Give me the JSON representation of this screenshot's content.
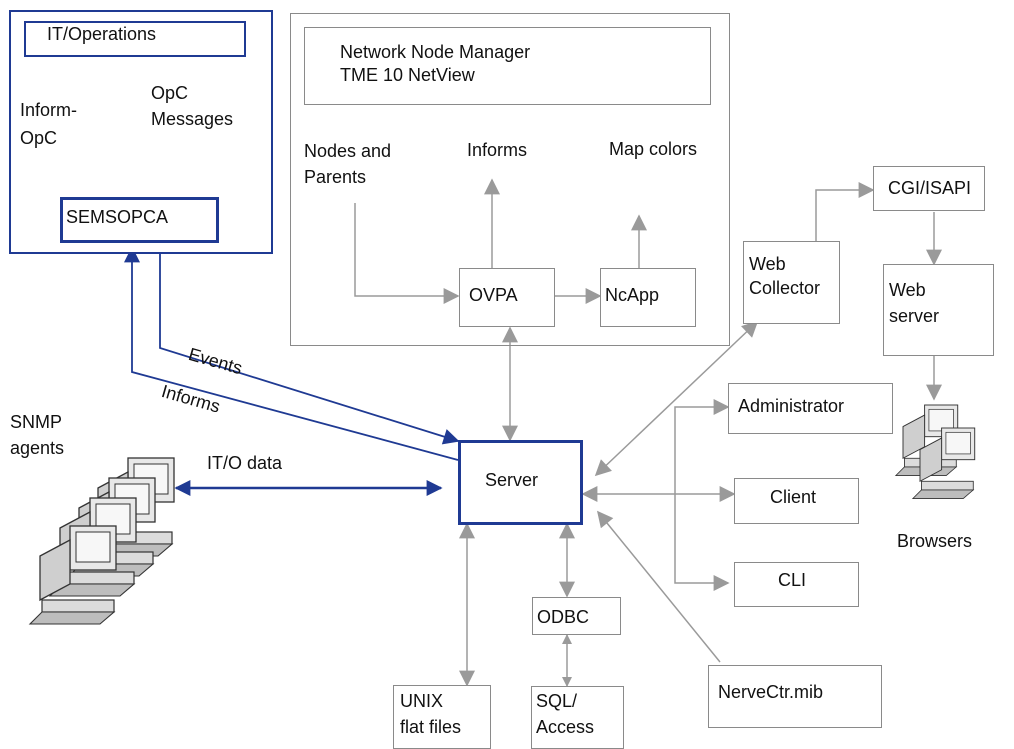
{
  "labels": {
    "it_operations": "IT/Operations",
    "inform_opc": "Inform-\nOpC",
    "opc_messages": "OpC\nMessages",
    "semsopca": "SEMSOPCA",
    "nnm_title": "Network Node Manager\nTME 10 NetView",
    "nodes_parents": "Nodes and\nParents",
    "informs_top": "Informs",
    "map_colors": "Map colors",
    "ovpa": "OVPA",
    "ncapp": "NcApp",
    "events": "Events",
    "informs_left": "Informs",
    "snmp_agents": "SNMP\nagents",
    "ito_data": "IT/O data",
    "server": "Server",
    "web_collector": "Web\nCollector",
    "cgi_isapi": "CGI/ISAPI",
    "web_server": "Web\nserver",
    "administrator": "Administrator",
    "client": "Client",
    "cli": "CLI",
    "browsers": "Browsers",
    "odbc": "ODBC",
    "sql_access": "SQL/\nAccess",
    "unix_flat_files": "UNIX\nflat files",
    "nervectr_mib": "NerveCtr.mib"
  },
  "colors": {
    "blue": "#1f3a93",
    "gray": "#8a8a8a"
  },
  "icons": {
    "snmp_agents": "computer-workstations-icon",
    "browsers": "computer-workstations-icon"
  }
}
